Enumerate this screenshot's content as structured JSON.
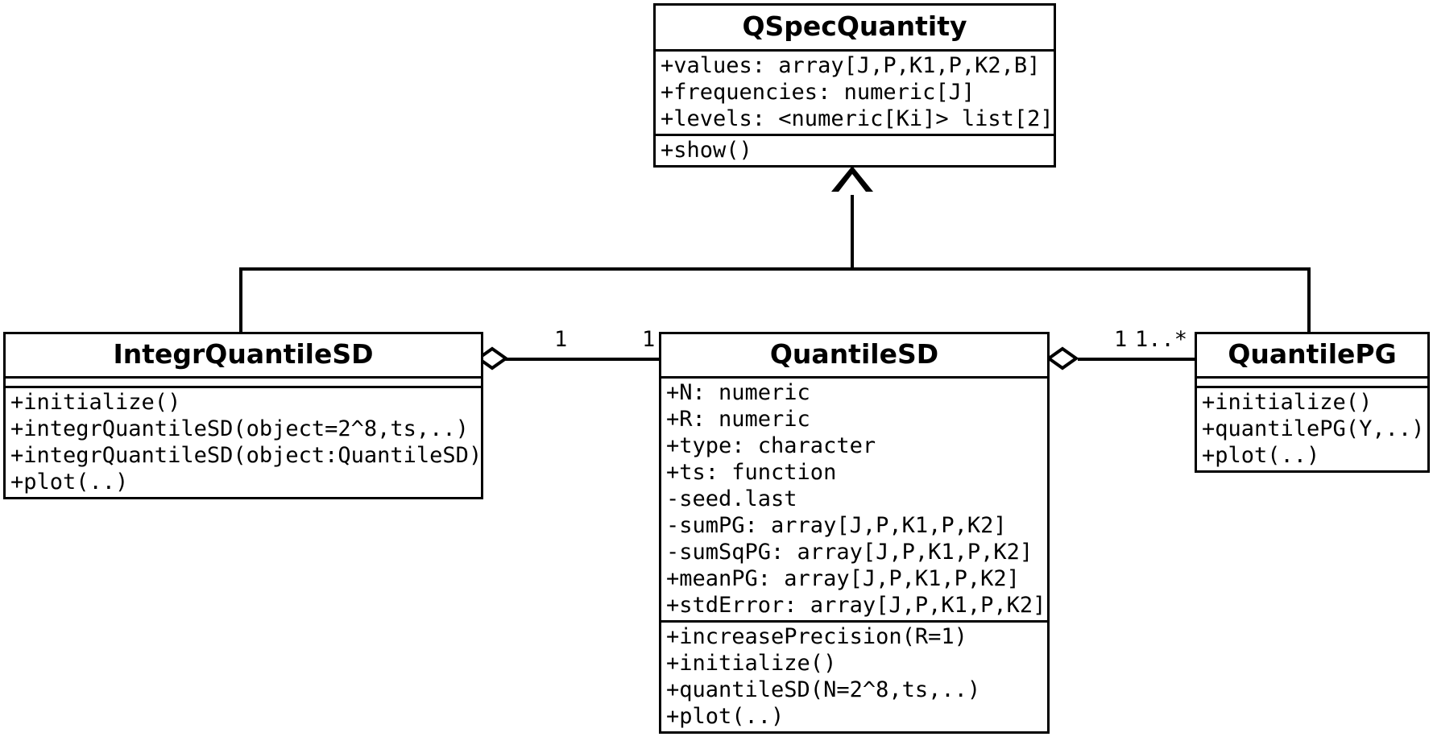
{
  "diagram": {
    "type": "uml-class-diagram",
    "classes": [
      {
        "id": "qspecquantity",
        "name": "QSpecQuantity",
        "attributes": [
          "+values: array[J,P,K1,P,K2,B]",
          "+frequencies: numeric[J]",
          "+levels: <numeric[Ki]> list[2]"
        ],
        "operations": [
          "+show()"
        ]
      },
      {
        "id": "integrquantilesd",
        "name": "IntegrQuantileSD",
        "attributes": [],
        "operations": [
          "+initialize()",
          "+integrQuantileSD(object=2^8,ts,..)",
          "+integrQuantileSD(object:QuantileSD)",
          "+plot(..)"
        ]
      },
      {
        "id": "quantilesd",
        "name": "QuantileSD",
        "attributes": [
          "+N: numeric",
          "+R: numeric",
          "+type: character",
          "+ts: function",
          "-seed.last",
          "-sumPG: array[J,P,K1,P,K2]",
          "-sumSqPG: array[J,P,K1,P,K2]",
          "+meanPG: array[J,P,K1,P,K2]",
          "+stdError: array[J,P,K1,P,K2]"
        ],
        "operations": [
          "+increasePrecision(R=1)",
          "+initialize()",
          "+quantileSD(N=2^8,ts,..)",
          "+plot(..)"
        ]
      },
      {
        "id": "quantilepg",
        "name": "QuantilePG",
        "attributes": [],
        "operations": [
          "+initialize()",
          "+quantilePG(Y,..)",
          "+plot(..)"
        ]
      }
    ],
    "relationships": [
      {
        "id": "gen-integr",
        "kind": "generalization",
        "from": "IntegrQuantileSD",
        "to": "QSpecQuantity"
      },
      {
        "id": "gen-quantilesd",
        "kind": "generalization",
        "from": "QuantileSD",
        "to": "QSpecQuantity"
      },
      {
        "id": "gen-quantilepg",
        "kind": "generalization",
        "from": "QuantilePG",
        "to": "QSpecQuantity"
      },
      {
        "id": "assoc-left",
        "kind": "aggregation",
        "from": "IntegrQuantileSD",
        "to": "QuantileSD",
        "source_multiplicity": "1",
        "target_multiplicity": "1"
      },
      {
        "id": "assoc-right",
        "kind": "aggregation",
        "from": "QuantileSD",
        "to": "QuantilePG",
        "source_multiplicity": "1",
        "target_multiplicity": "1..*"
      }
    ],
    "colors": {
      "stroke": "#000000",
      "fill": "#ffffff",
      "text": "#000000"
    }
  }
}
